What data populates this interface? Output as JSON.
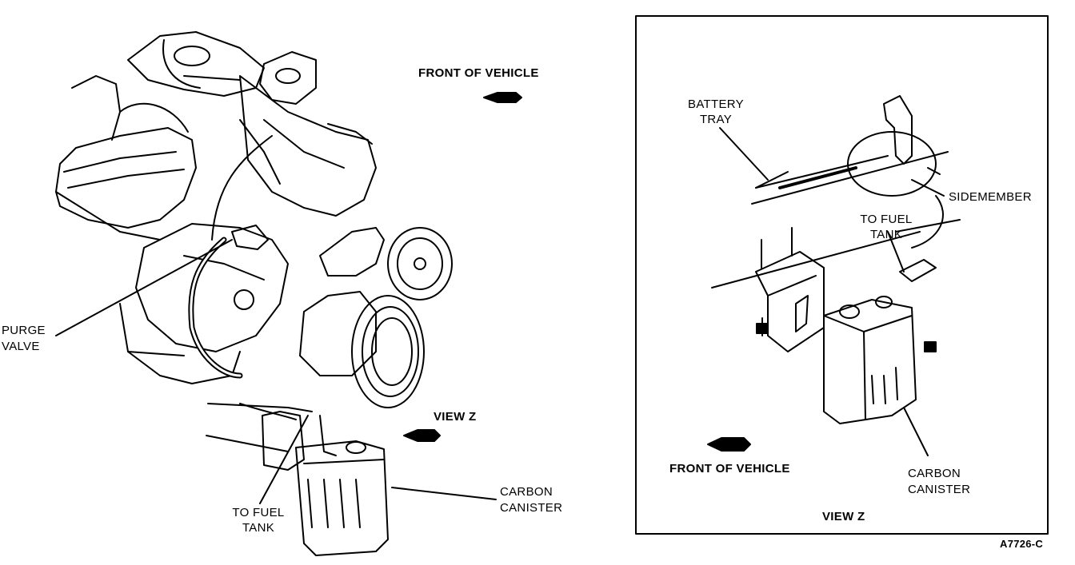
{
  "left_view": {
    "front_of_vehicle": "FRONT OF VEHICLE",
    "view_z": "VIEW Z",
    "purge_valve_1": "PURGE",
    "purge_valve_2": "VALVE",
    "to_fuel_tank_1": "TO FUEL",
    "to_fuel_tank_2": "TANK",
    "carbon_canister_1": "CARBON",
    "carbon_canister_2": "CANISTER"
  },
  "inset_view": {
    "battery_tray_1": "BATTERY",
    "battery_tray_2": "TRAY",
    "sidemember": "SIDEMEMBER",
    "to_fuel_tank_1": "TO FUEL",
    "to_fuel_tank_2": "TANK",
    "front_of_vehicle": "FRONT OF VEHICLE",
    "carbon_canister_1": "CARBON",
    "carbon_canister_2": "CANISTER",
    "view_z": "VIEW Z"
  },
  "figure_code": "A7726-C"
}
